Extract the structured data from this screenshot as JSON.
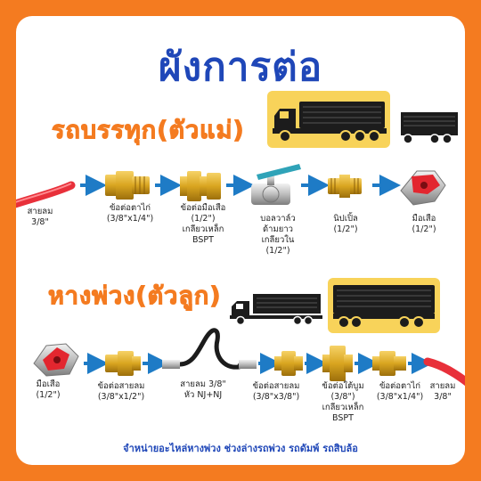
{
  "title": "ผังการต่อ",
  "colors": {
    "background": "#f47b20",
    "title": "#1f47b8",
    "section": "#f47b20",
    "arrow": "#1e7bc6",
    "hose": "#e8303a",
    "brass": "#d9a520",
    "truck_panel": "#f8d35a"
  },
  "section1": {
    "label": "รถบรรทุก(ตัวแม่)",
    "items": [
      {
        "icon": "red-hose-icon",
        "caption": "สายลม\n3/8\""
      },
      {
        "icon": "brass-adapter-icon",
        "caption": "ข้อต่อตาไก่\n(3/8\"x1/4\")"
      },
      {
        "icon": "brass-union-icon",
        "caption": "ข้อต่อมือเสือ\n(1/2\")\nเกลียวเหล็ก\nBSPT"
      },
      {
        "icon": "ball-valve-icon",
        "caption": "บอลวาล์ว\nด้ามยาว\nเกลียวใน\n(1/2\")"
      },
      {
        "icon": "brass-nipple-icon",
        "caption": "นิปเปิ้ล\n(1/2\")"
      },
      {
        "icon": "gladhand-coupling-icon",
        "caption": "มือเสือ\n(1/2\")"
      }
    ]
  },
  "section2": {
    "label": "หางพ่วง(ตัวลูก)",
    "items": [
      {
        "icon": "gladhand-coupling-icon",
        "caption": "มือเสือ\n(1/2\")"
      },
      {
        "icon": "brass-adapter-icon",
        "caption": "ข้อต่อสายลม\n(3/8\"x1/2\")"
      },
      {
        "icon": "black-hose-icon",
        "caption": "สายลม 3/8\"\nหัว NJ+NJ"
      },
      {
        "icon": "brass-adapter-icon",
        "caption": "ข้อต่อสายลม\n(3/8\"x3/8\")"
      },
      {
        "icon": "brass-union-icon",
        "caption": "ข้อต่อใต้บูม\n(3/8\")\nเกลียวเหล็ก\nBSPT"
      },
      {
        "icon": "brass-adapter-icon",
        "caption": "ข้อต่อตาไก่\n(3/8\"x1/4\")"
      },
      {
        "icon": "red-hose-icon",
        "caption": "สายลม\n3/8\""
      }
    ]
  },
  "footer": "จำหน่ายอะไหล่หางพ่วง ช่วงล่างรถพ่วง รถดัมพ์ รถสิบล้อ"
}
